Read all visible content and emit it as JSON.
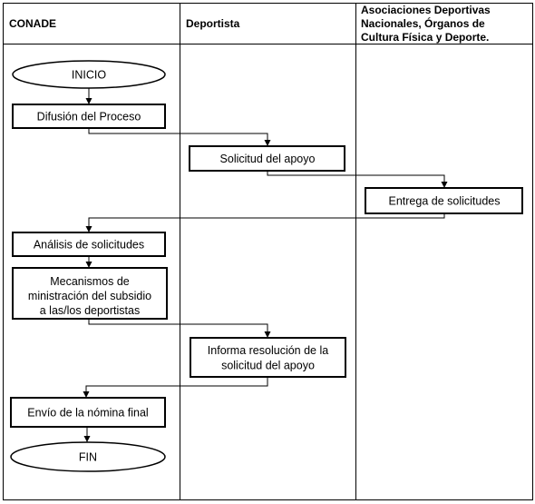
{
  "lanes": {
    "conade": "CONADE",
    "deportista": "Deportista",
    "asociaciones": [
      "Asociaciones Deportivas",
      "Nacionales, Órganos de",
      "Cultura Física y Deporte."
    ]
  },
  "nodes": {
    "inicio": "INICIO",
    "difusion": "Difusión del Proceso",
    "solicitud": "Solicitud del apoyo",
    "entrega": "Entrega de solicitudes",
    "analisis": "Análisis de solicitudes",
    "mecanismos": [
      "Mecanismos de",
      "ministración del subsidio",
      "a las/los deportistas"
    ],
    "informa": [
      "Informa resolución de la",
      "solicitud del apoyo"
    ],
    "envio": "Envío de la nómina final",
    "fin": "FIN"
  },
  "colors": {
    "line": "#000000",
    "background": "#ffffff"
  }
}
